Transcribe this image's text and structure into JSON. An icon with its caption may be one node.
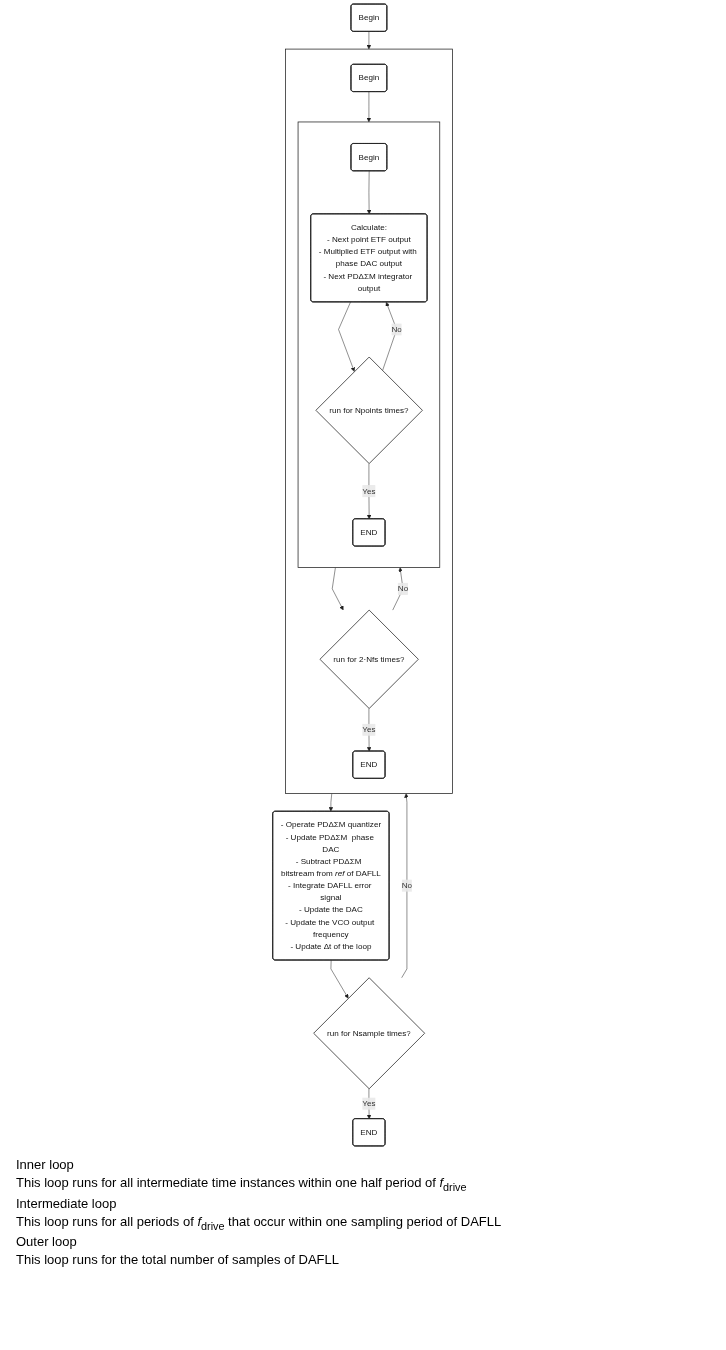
{
  "diagram": {
    "nodes": [
      {
        "text": [
          "Begin"
        ]
      },
      {
        "text": [],
        "shape": "box"
      },
      {
        "text": [
          "Begin"
        ],
        "in": 1
      },
      {
        "text": [],
        "shape": "box",
        "in": 1
      },
      {
        "text": [
          "Begin"
        ],
        "in": 3
      },
      {
        "text": [
          "Calculate:",
          "- Next point ETF output",
          "- Multiplied ETF output with phase DAC output",
          "- Next PDΔΣM integrator output"
        ],
        "in": 3
      },
      {
        "text": [
          "run for Npoints times?"
        ],
        "in": 3
      },
      {
        "text": [
          "END"
        ],
        "in": 3
      },
      {
        "text": [
          "run for 2·Nfs times?"
        ],
        "in": 1
      },
      {
        "text": [
          "END"
        ],
        "in": 1
      },
      {
        "text": [
          "- Operate PDΔΣM quantizer",
          "- Update PDΔΣM  phase DAC",
          "- Subtract PDΔΣM  bitstream from *ref* of DAFLL",
          "- Integrate DAFLL error signal",
          "- Update the DAC",
          "- Update the VCO output frequency",
          "- Update Δt of the loop"
        ]
      },
      {
        "text": [
          "run for Nsample times?"
        ]
      },
      {
        "text": [
          "END"
        ]
      }
    ],
    "edges": [
      {
        "from": 0,
        "to": 1,
        "arrow": "to"
      },
      {
        "from": 2,
        "to": 3,
        "arrow": "to"
      },
      {
        "from": 4,
        "to": 5,
        "arrow": "to"
      },
      {
        "from": 5,
        "to": 6,
        "arrow": "to"
      },
      {
        "from": 6,
        "to": 5,
        "label": "No",
        "arrow": "to"
      },
      {
        "from": 6,
        "to": 7,
        "label": "Yes",
        "arrow": "to"
      },
      {
        "from": 3,
        "to": 8,
        "arrow": "to"
      },
      {
        "from": 8,
        "to": 3,
        "label": "No",
        "arrow": "to"
      },
      {
        "from": 8,
        "to": 9,
        "label": "Yes",
        "arrow": "to"
      },
      {
        "from": 1,
        "to": 10,
        "arrow": "to"
      },
      {
        "from": 10,
        "to": 11,
        "arrow": "to"
      },
      {
        "from": 11,
        "to": 1,
        "label": "No",
        "arrow": "to"
      },
      {
        "from": 11,
        "to": 12,
        "label": "Yes",
        "arrow": "to"
      }
    ],
    "labels": [
      "Inner loop",
      "This loop runs for all intermediate time instances within one half period of *f*$_{drive}$",
      "Intermediate loop",
      "This loop runs for all periods of *f*$_{drive}$ that occur within one sampling period of DAFLL",
      "Outer loop",
      "This loop runs for the total number of samples of DAFLL"
    ]
  }
}
